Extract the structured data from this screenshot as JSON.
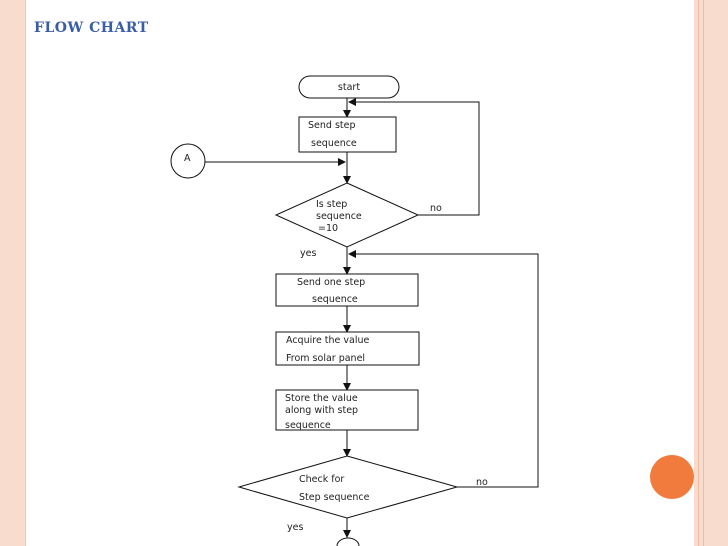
{
  "slide": {
    "title": "FLOW CHART",
    "accent_color": "#3a5da8",
    "border_color": "#f8dccd",
    "dot_color": "#f07b3d"
  },
  "flowchart": {
    "start_label": "start",
    "connector_a_label": "A",
    "send_step_line1": "Send  step",
    "send_step_line2": "sequence",
    "decision1_line1": "Is step",
    "decision1_line2": "sequence",
    "decision1_line3": "=10",
    "decision1_no": "no",
    "decision1_yes": "yes",
    "send_one_line1": "Send one step",
    "send_one_line2": "sequence",
    "acquire_line1": "Acquire  the  value",
    "acquire_line2": "From solar panel",
    "store_line1": "Store the value",
    "store_line2": "along with step",
    "store_line3": "sequence",
    "decision2_line1": "Check for",
    "decision2_line2": "Step sequence",
    "decision2_no": "no",
    "decision2_yes": "yes"
  }
}
